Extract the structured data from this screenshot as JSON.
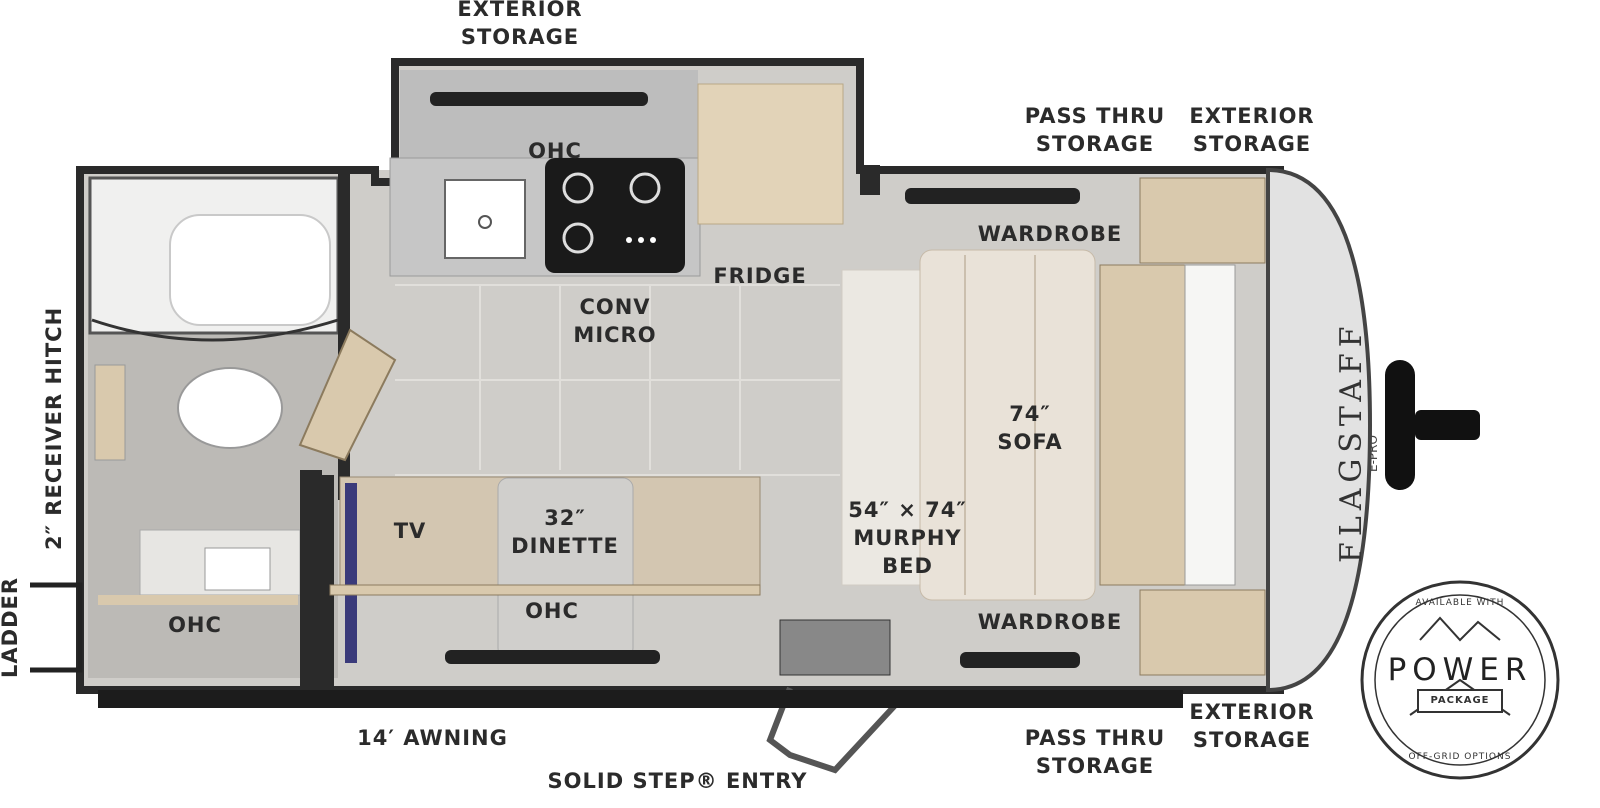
{
  "labels": {
    "exterior_storage_top": "EXTERIOR\nSTORAGE",
    "pass_thru_storage_top": "PASS THRU\nSTORAGE",
    "exterior_storage_top_right": "EXTERIOR\nSTORAGE",
    "ohc_kitchen": "OHC",
    "conv_micro": "CONV\nMICRO",
    "fridge": "FRIDGE",
    "wardrobe_top": "WARDROBE",
    "sofa": "74″\nSOFA",
    "murphy_bed": "54″ × 74″\nMURPHY\nBED",
    "wardrobe_bottom": "WARDROBE",
    "tv": "TV",
    "dinette": "32″\nDINETTE",
    "ohc_dinette": "OHC",
    "ohc_bath": "OHC",
    "receiver_hitch": "2″ RECEIVER HITCH",
    "ladder": "LADDER",
    "awning": "14′ AWNING",
    "solid_step_entry": "SOLID STEP® ENTRY",
    "pass_thru_storage_bottom": "PASS THRU\nSTORAGE",
    "exterior_storage_bottom_right": "EXTERIOR\nSTORAGE"
  },
  "brand": {
    "front_cap_text": "FLAGSTAFF",
    "front_cap_sub": "E-PRO"
  },
  "badge": {
    "top_text": "AVAILABLE WITH",
    "main_text": "POWER",
    "sub_text": "PACKAGE",
    "bottom_text": "OFF-GRID OPTIONS"
  },
  "colors": {
    "wall": "#2a2a2a",
    "floor": "#cfcdc9",
    "wood": "#d9c9ad",
    "cushion": "#e9e2d8",
    "counter": "#bdbdbd"
  }
}
